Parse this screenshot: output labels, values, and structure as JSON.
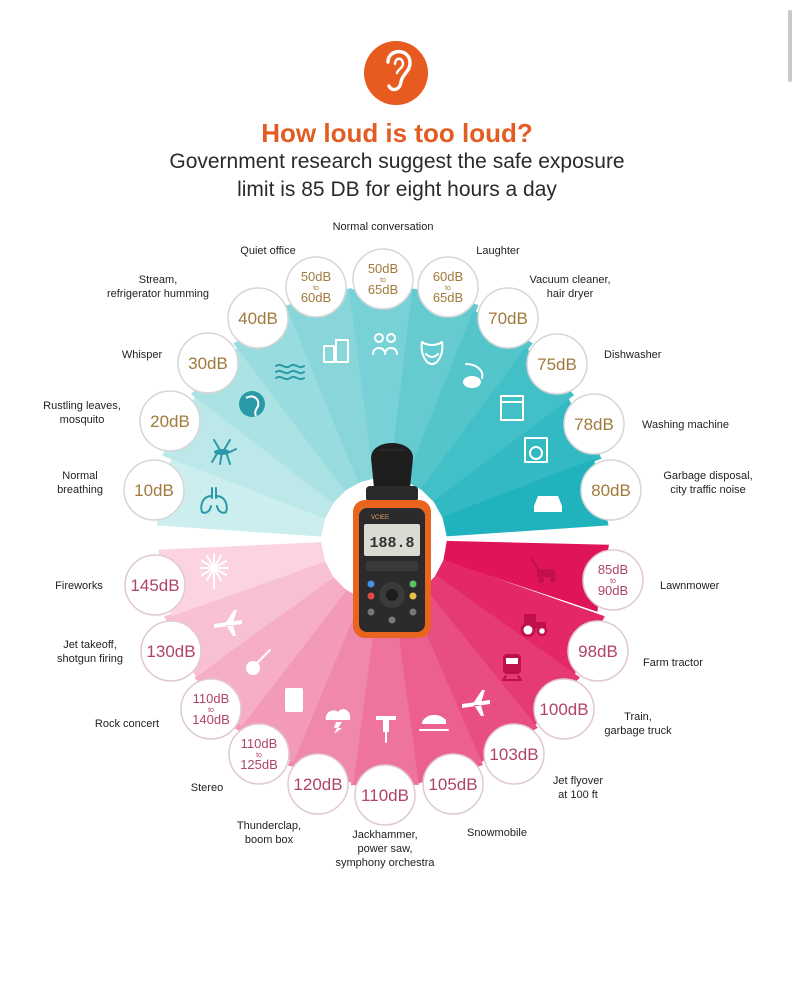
{
  "header": {
    "title": "How loud is too loud?",
    "subtitle_line1": "Government research suggest the safe exposure",
    "subtitle_line2": "limit is 85 DB for eight hours a day"
  },
  "colors": {
    "accent": "#e85b20",
    "cyan_light": "#cdeeee",
    "cyan_dark": "#21b3bd",
    "pink_light": "#fbd3e2",
    "pink_dark": "#e0145b",
    "upper_text": "#a07a3c",
    "lower_text": "#b04466"
  },
  "meter": {
    "brand": "VCIEE",
    "display": "188.8"
  },
  "levels": [
    {
      "db_top": "10dB",
      "db_mid": "",
      "db_bottom": "",
      "label": [
        "Normal",
        "breathing"
      ],
      "icon": "lungs-icon",
      "group": "upper"
    },
    {
      "db_top": "20dB",
      "db_mid": "",
      "db_bottom": "",
      "label": [
        "Rustling leaves,",
        "mosquito"
      ],
      "icon": "mosquito-icon",
      "group": "upper"
    },
    {
      "db_top": "30dB",
      "db_mid": "",
      "db_bottom": "",
      "label": [
        "Whisper"
      ],
      "icon": "whisper-icon",
      "group": "upper"
    },
    {
      "db_top": "40dB",
      "db_mid": "",
      "db_bottom": "",
      "label": [
        "Stream,",
        "refrigerator humming"
      ],
      "icon": "waves-icon",
      "group": "upper"
    },
    {
      "db_top": "50dB",
      "db_mid": "to",
      "db_bottom": "60dB",
      "label": [
        "Quiet office"
      ],
      "icon": "office-building-icon",
      "group": "upper"
    },
    {
      "db_top": "50dB",
      "db_mid": "to",
      "db_bottom": "65dB",
      "label": [
        "Normal conversation"
      ],
      "icon": "people-talking-icon",
      "group": "upper"
    },
    {
      "db_top": "60dB",
      "db_mid": "to",
      "db_bottom": "65dB",
      "label": [
        "Laughter"
      ],
      "icon": "laughing-mask-icon",
      "group": "upper"
    },
    {
      "db_top": "70dB",
      "db_mid": "",
      "db_bottom": "",
      "label": [
        "Vacuum cleaner,",
        "hair dryer"
      ],
      "icon": "vacuum-cleaner-icon",
      "group": "upper"
    },
    {
      "db_top": "75dB",
      "db_mid": "",
      "db_bottom": "",
      "label": [
        "Dishwasher"
      ],
      "icon": "dishwasher-icon",
      "group": "upper"
    },
    {
      "db_top": "78dB",
      "db_mid": "",
      "db_bottom": "",
      "label": [
        "Washing machine"
      ],
      "icon": "washing-machine-icon",
      "group": "upper"
    },
    {
      "db_top": "80dB",
      "db_mid": "",
      "db_bottom": "",
      "label": [
        "Garbage disposal,",
        "city traffic noise"
      ],
      "icon": "car-icon",
      "group": "upper"
    },
    {
      "db_top": "85dB",
      "db_mid": "to",
      "db_bottom": "90dB",
      "label": [
        "Lawnmower"
      ],
      "icon": "lawnmower-icon",
      "group": "lower"
    },
    {
      "db_top": "98dB",
      "db_mid": "",
      "db_bottom": "",
      "label": [
        "Farm tractor"
      ],
      "icon": "tractor-icon",
      "group": "lower"
    },
    {
      "db_top": "100dB",
      "db_mid": "",
      "db_bottom": "",
      "label": [
        "Train,",
        "garbage truck"
      ],
      "icon": "train-icon",
      "group": "lower"
    },
    {
      "db_top": "103dB",
      "db_mid": "",
      "db_bottom": "",
      "label": [
        "Jet flyover",
        "at 100 ft"
      ],
      "icon": "jet-flyover-icon",
      "group": "lower"
    },
    {
      "db_top": "105dB",
      "db_mid": "",
      "db_bottom": "",
      "label": [
        "Snowmobile"
      ],
      "icon": "snowmobile-icon",
      "group": "lower"
    },
    {
      "db_top": "110dB",
      "db_mid": "",
      "db_bottom": "",
      "label": [
        "Jackhammer,",
        "power saw,",
        "symphony orchestra"
      ],
      "icon": "jackhammer-icon",
      "group": "lower"
    },
    {
      "db_top": "120dB",
      "db_mid": "",
      "db_bottom": "",
      "label": [
        "Thunderclap,",
        "boom box"
      ],
      "icon": "thunderstorm-icon",
      "group": "lower"
    },
    {
      "db_top": "110dB",
      "db_mid": "to",
      "db_bottom": "125dB",
      "label": [
        "Stereo"
      ],
      "icon": "speaker-icon",
      "group": "lower"
    },
    {
      "db_top": "110dB",
      "db_mid": "to",
      "db_bottom": "140dB",
      "label": [
        "Rock concert"
      ],
      "icon": "guitar-icon",
      "group": "lower"
    },
    {
      "db_top": "130dB",
      "db_mid": "",
      "db_bottom": "",
      "label": [
        "Jet takeoff,",
        "shotgun firing"
      ],
      "icon": "airplane-icon",
      "group": "lower"
    },
    {
      "db_top": "145dB",
      "db_mid": "",
      "db_bottom": "",
      "label": [
        "Fireworks"
      ],
      "icon": "fireworks-icon",
      "group": "lower"
    }
  ]
}
